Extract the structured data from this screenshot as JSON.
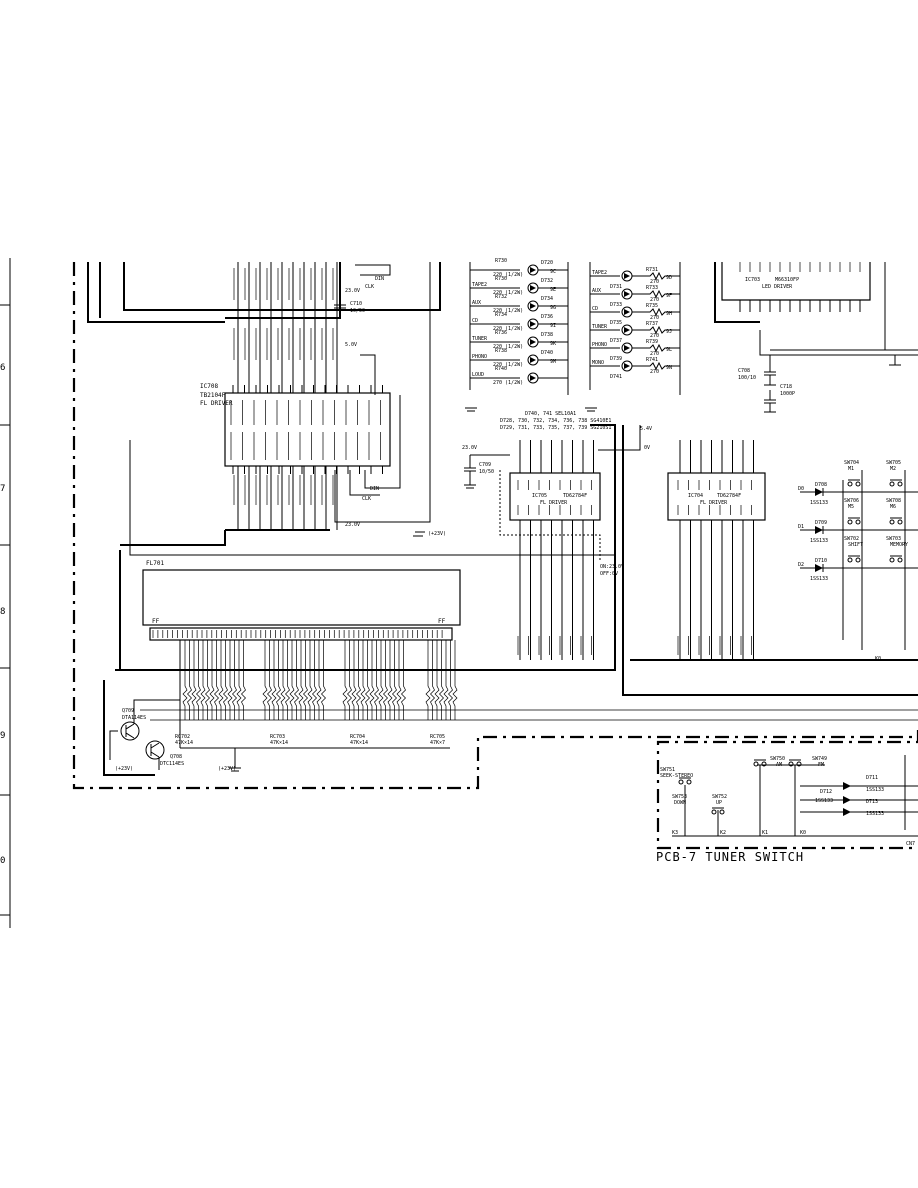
{
  "page": {
    "background": "#ffffff",
    "ink": "#000000"
  },
  "grid_labels": [
    "6",
    "7",
    "8",
    "9",
    "0"
  ],
  "ic708": {
    "ref": "IC708",
    "part": "TB2104F",
    "desc": "FL DRIVER"
  },
  "ic705": {
    "ref": "IC705",
    "part": "TD62784F",
    "desc": "FL DRIVER"
  },
  "ic704": {
    "ref": "IC704",
    "part": "TD62784F",
    "desc": "FL DRIVER"
  },
  "ic703": {
    "ref": "IC703",
    "part": "M66310FP",
    "desc": "LED DRIVER"
  },
  "fl701": {
    "ref": "FL701",
    "ff_left": "FF",
    "ff_right": "FF"
  },
  "capacitors": [
    {
      "ref": "C710",
      "value": "10/50"
    },
    {
      "ref": "C709",
      "value": "10/50"
    },
    {
      "ref": "C708",
      "value": "100/10"
    },
    {
      "ref": "C718",
      "value": "1000P"
    }
  ],
  "resistor_arrays": [
    {
      "ref": "RC702",
      "value": "47K×14"
    },
    {
      "ref": "RC703",
      "value": "47K×14"
    },
    {
      "ref": "RC704",
      "value": "47K×14"
    },
    {
      "ref": "RC705",
      "value": "47K×7"
    }
  ],
  "transistors": [
    {
      "ref": "Q709",
      "part": "DTA114ES"
    },
    {
      "ref": "Q708",
      "part": "DTC114ES"
    }
  ],
  "supply_labels": {
    "plus23v_a": "(+23V)",
    "plus23v_b": "(+23V)",
    "plus23v_c": "(+23V)",
    "v23": "23.0V",
    "v5": "5.0V",
    "v54": "5.4V",
    "v0": "0V",
    "on_off": "ON:23.0V",
    "off": "OFF:0V"
  },
  "signal_labels": {
    "clk": "CLK",
    "din": "DIN",
    "clk2": "CLK",
    "din2": "DIN"
  },
  "led_notes": {
    "line1": "D740, 741  SEL10A1",
    "line2": "D728, 730, 732, 734, 736, 738  SG410E1",
    "line3": "D729, 731, 733, 735, 737, 739  SG210S1"
  },
  "led_left": [
    {
      "label": "",
      "res": "R730",
      "val": "220 (1/2W)",
      "diode": "D720",
      "port": "9C"
    },
    {
      "label": "TAPE2",
      "res": "R730",
      "val": "220 (1/2W)",
      "diode": "D732",
      "port": "9E"
    },
    {
      "label": "AUX",
      "res": "R732",
      "val": "220 (1/2W)",
      "diode": "D734",
      "port": "9G"
    },
    {
      "label": "CD",
      "res": "R734",
      "val": "220 (1/2W)",
      "diode": "D736",
      "port": "9I"
    },
    {
      "label": "TUNER",
      "res": "R736",
      "val": "220 (1/2W)",
      "diode": "D738",
      "port": "9K"
    },
    {
      "label": "PHONO",
      "res": "R738",
      "val": "220 (1/2W)",
      "diode": "D740",
      "port": "9M"
    },
    {
      "label": "LOUD",
      "res": "R740",
      "val": "270 (1/2W)",
      "diode": "",
      "port": ""
    }
  ],
  "led_right": [
    {
      "label": "TAPE2",
      "res": "R731",
      "val": "270",
      "diode": "D731",
      "port": "9D"
    },
    {
      "label": "AUX",
      "res": "R733",
      "val": "270",
      "diode": "D733",
      "port": "9F"
    },
    {
      "label": "CD",
      "res": "R735",
      "val": "270",
      "diode": "D735",
      "port": "9H"
    },
    {
      "label": "TUNER",
      "res": "R737",
      "val": "270",
      "diode": "D737",
      "port": "9J"
    },
    {
      "label": "PHONO",
      "res": "R739",
      "val": "270",
      "diode": "D739",
      "port": "9L"
    },
    {
      "label": "MONO",
      "res": "R741",
      "val": "270",
      "diode": "D741",
      "port": "9N"
    }
  ],
  "switches_right": [
    {
      "ref": "SW704",
      "name": "M1"
    },
    {
      "ref": "SW705",
      "name": "M2"
    },
    {
      "ref": "SW706",
      "name": "M5"
    },
    {
      "ref": "SW708",
      "name": "M6"
    },
    {
      "ref": "SW702",
      "name": "SHIFT"
    },
    {
      "ref": "SW703",
      "name": "MEMORY"
    }
  ],
  "diodes_right": [
    {
      "ref": "D708",
      "part": "1SS133",
      "line": "D0"
    },
    {
      "ref": "D709",
      "part": "1SS133",
      "line": "D1"
    },
    {
      "ref": "D710",
      "part": "1SS133",
      "line": "D2"
    }
  ],
  "tuner_pcb": {
    "title": "PCB-7  TUNER SWITCH",
    "switches": [
      {
        "ref": "SW750",
        "name": "AM"
      },
      {
        "ref": "SW749",
        "name": "FM"
      },
      {
        "ref": "SW751",
        "name": "SEEK-STEREO"
      },
      {
        "ref": "SW753",
        "name": "DOWN"
      },
      {
        "ref": "SW752",
        "name": "UP"
      }
    ],
    "diodes": [
      {
        "ref": "D711",
        "part": "1SS133"
      },
      {
        "ref": "D712",
        "part": "1SS133"
      },
      {
        "ref": "D713",
        "part": "1SS133"
      }
    ],
    "lines": [
      "K3",
      "K2",
      "K1",
      "K0"
    ],
    "connector": "CN7"
  },
  "k_label": "K0"
}
